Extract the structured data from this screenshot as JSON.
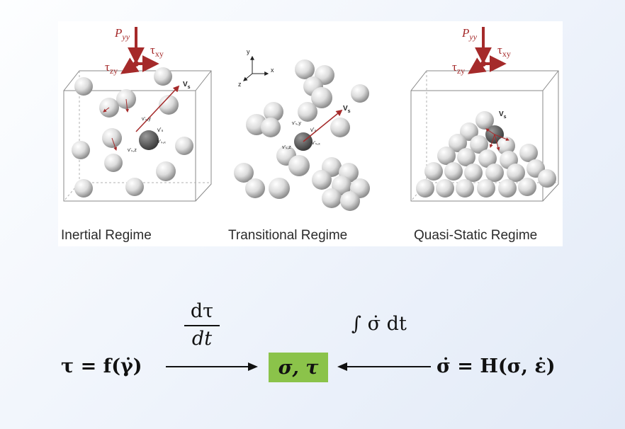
{
  "regimes": {
    "inertial": "Inertial Regime",
    "transitional": "Transitional Regime",
    "quasi_static": "Quasi-Static Regime"
  },
  "labels": {
    "pyy": "P",
    "pyy_sub": "yy",
    "txy": "τ",
    "txy_sub": "xy",
    "tzy": "τ",
    "tzy_sub": "zy",
    "vs": "V",
    "vs_sub": "s",
    "axis_x": "x",
    "axis_y": "y",
    "axis_z": "z"
  },
  "equations": {
    "left": "τ = f(γ̇)",
    "state": "σ, τ",
    "right": "σ̇ = H(σ, ε̇)",
    "derivative_num": "dτ",
    "derivative_den": "dt",
    "integral": "∫ σ̇ dt"
  },
  "colors": {
    "arrow": "#a52a2a",
    "state_box": "#8bc34a"
  }
}
